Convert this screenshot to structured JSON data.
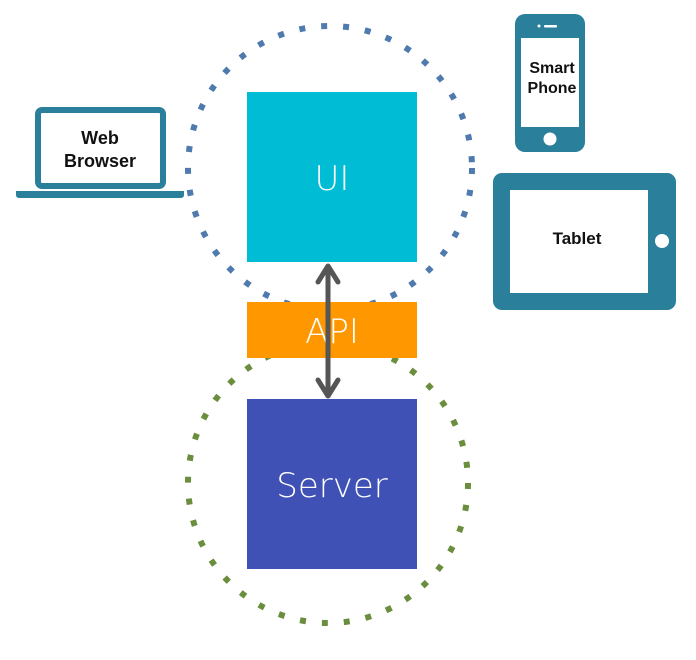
{
  "diagram": {
    "title": "",
    "colors": {
      "ui_box": "#00BCD4",
      "api_box": "#FF9800",
      "server_box": "#3F51B5",
      "client_ring": "#4F7AAE",
      "server_ring": "#6B8E3E",
      "device": "#2A7F9B",
      "arrow": "#555555",
      "box_text": "#ffffff"
    },
    "boxes": {
      "ui": "UI",
      "api": "API",
      "server": "Server"
    },
    "devices": {
      "web_browser": [
        "Web",
        "Browser"
      ],
      "smart_phone": [
        "Smart",
        "Phone"
      ],
      "tablet": "Tablet"
    },
    "connections": [
      {
        "from": "UI",
        "to": "Server",
        "via": "API",
        "direction": "bidirectional"
      }
    ]
  }
}
